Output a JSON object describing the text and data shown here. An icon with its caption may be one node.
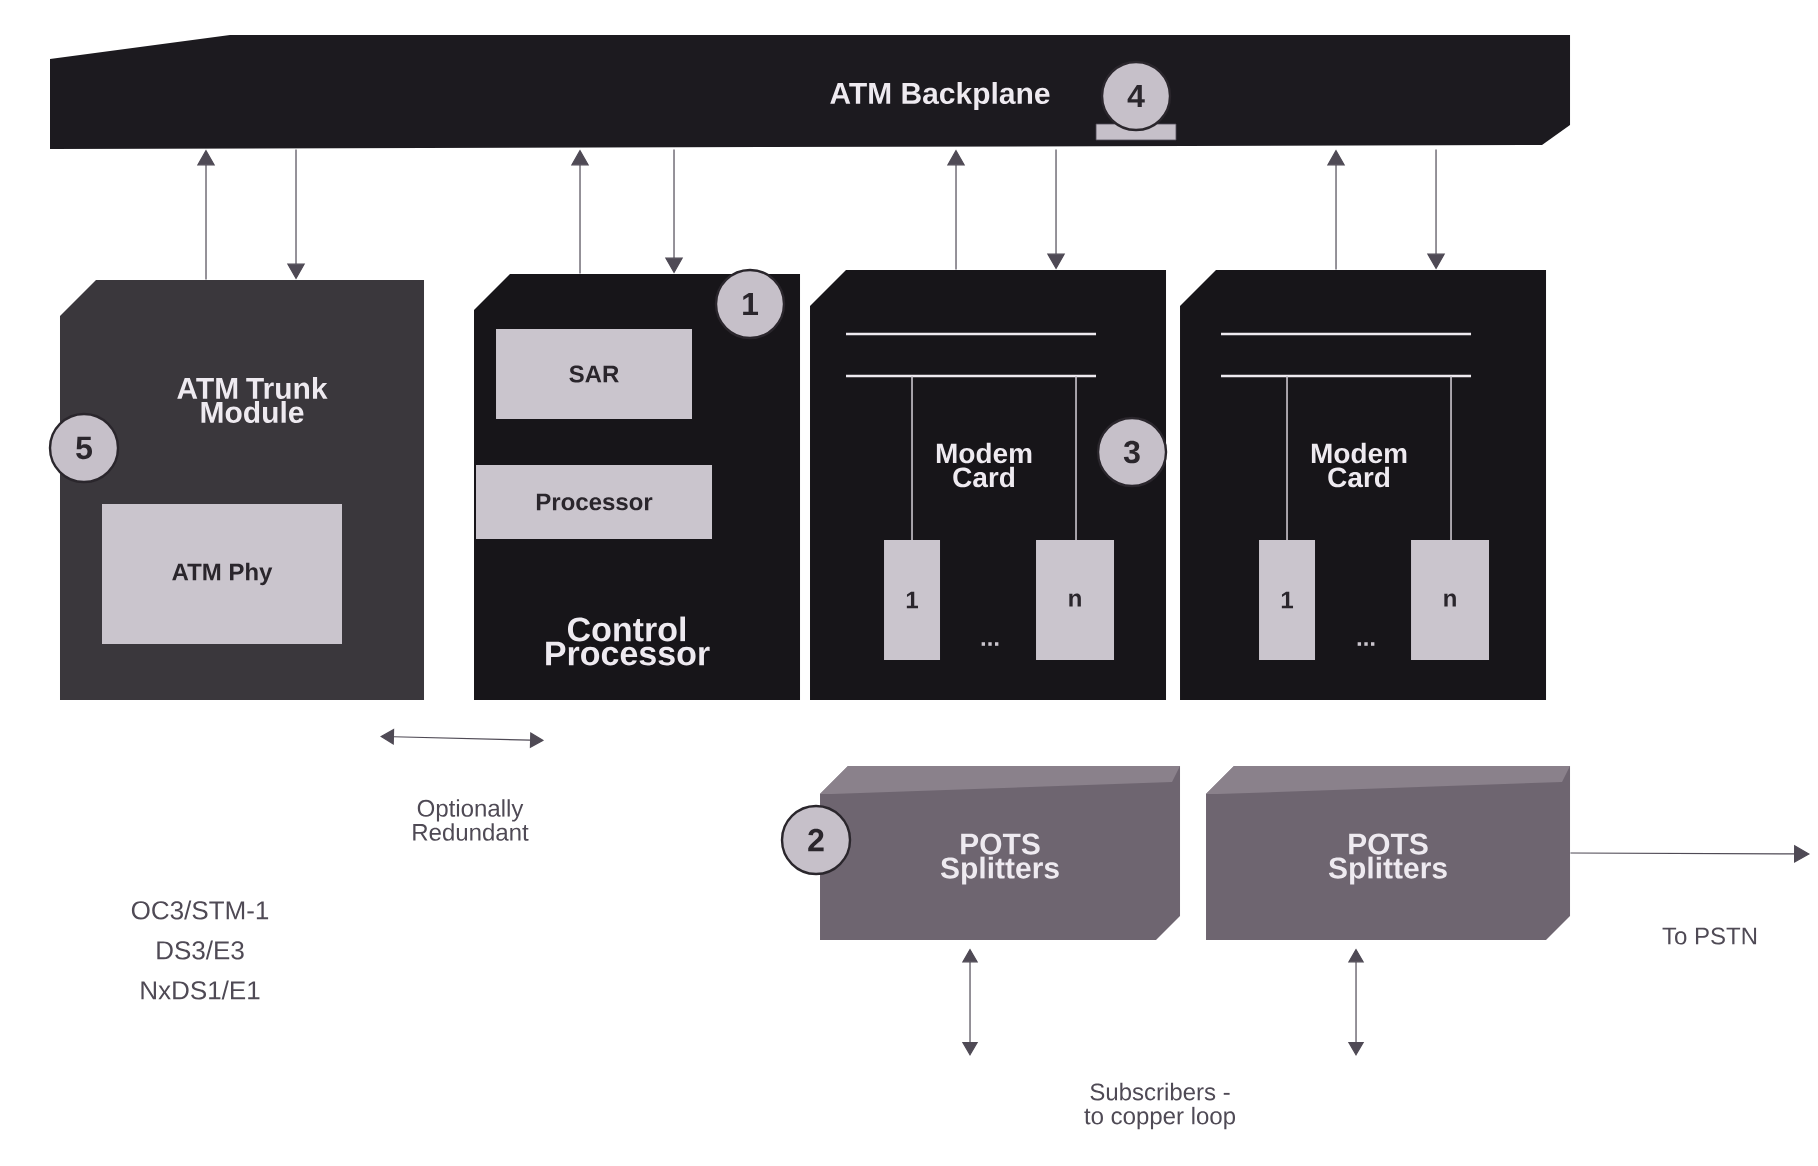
{
  "diagram": {
    "nodes": [
      {
        "text": [
          "ATM Backplane"
        ]
      },
      {
        "text": [
          "ATM Trunk Module"
        ]
      },
      {
        "text": [
          "ATM Phy"
        ],
        "in": 1
      },
      {
        "text": [
          "Control Processor"
        ]
      },
      {
        "text": [
          "SAR"
        ],
        "in": 3
      },
      {
        "text": [
          "Processor"
        ],
        "in": 3
      },
      {
        "text": [
          "Modem Card"
        ]
      },
      {
        "text": [
          "1"
        ],
        "in": 6
      },
      {
        "text": [
          "n"
        ],
        "in": 6
      },
      {
        "text": [
          "Modem Card"
        ]
      },
      {
        "text": [
          "1"
        ],
        "in": 9
      },
      {
        "text": [
          "n"
        ],
        "in": 9
      },
      {
        "text": [
          "POTS Splitters"
        ]
      },
      {
        "text": [
          "POTS Splitters"
        ]
      }
    ],
    "edges": [
      {
        "from": 1,
        "to": 0,
        "arrow": "to"
      },
      {
        "from": 0,
        "to": 1,
        "arrow": "to"
      },
      {
        "from": 3,
        "to": 0,
        "arrow": "to"
      },
      {
        "from": 0,
        "to": 3,
        "arrow": "to"
      },
      {
        "from": 6,
        "to": 0,
        "arrow": "to"
      },
      {
        "from": 0,
        "to": 6,
        "arrow": "to"
      },
      {
        "from": 9,
        "to": 0,
        "arrow": "to"
      },
      {
        "from": 0,
        "to": 9,
        "arrow": "to"
      },
      {
        "from": 1,
        "to": 3,
        "arrow": "both",
        "label": "Optionally Redundant"
      },
      {
        "from": 12,
        "to": null,
        "arrow": "both"
      },
      {
        "from": 13,
        "to": null,
        "arrow": "both"
      },
      {
        "from": 13,
        "to": null,
        "arrow": "to",
        "label": "To PSTN"
      }
    ],
    "labels": [
      "4",
      "1",
      "5",
      "3",
      "...",
      "...",
      "2",
      "OC3/STM-1",
      "DS3/E3",
      "NxDS1/E1",
      "Subscribers - to copper loop"
    ]
  }
}
